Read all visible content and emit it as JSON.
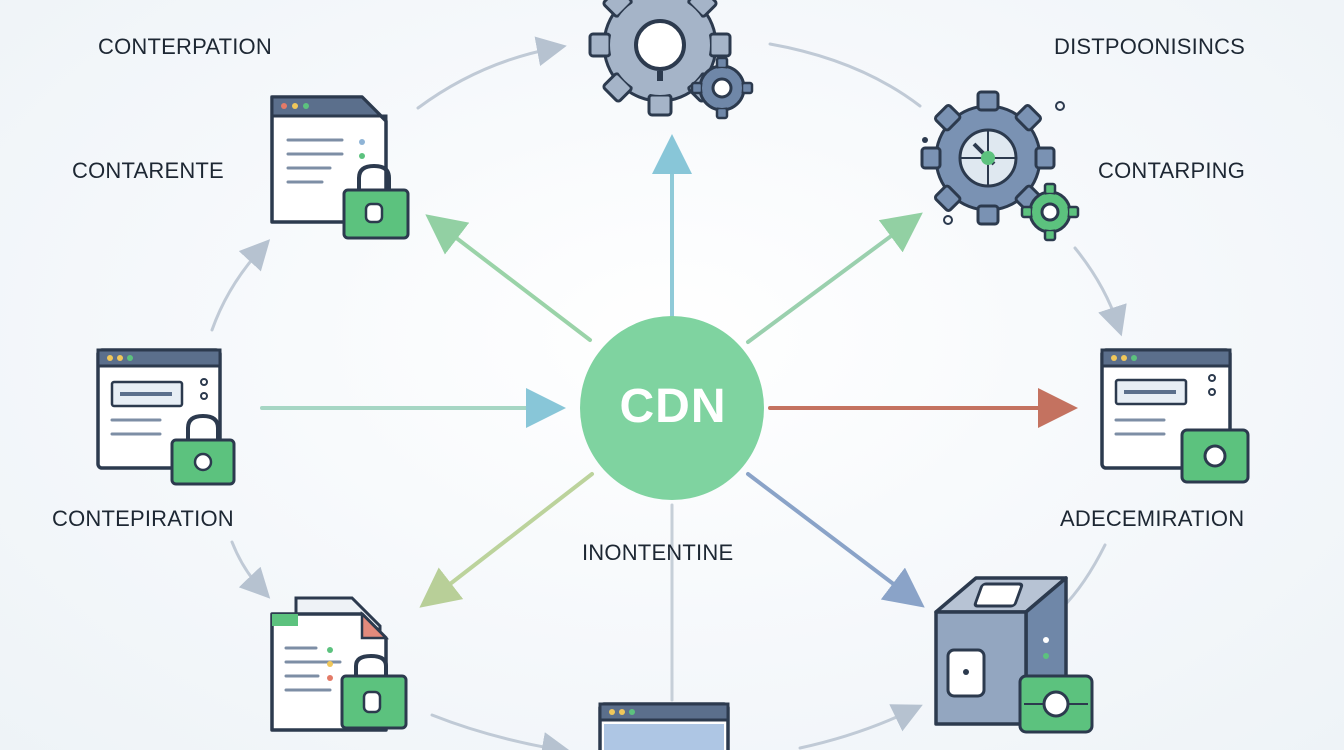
{
  "hub": {
    "label": "CDN",
    "color": "#7fd3a0"
  },
  "labels": {
    "top_left": "CONTERPATION",
    "top_right": "DISTPOONISINCS",
    "upper_left": "CONTARENTE",
    "upper_right": "CONTARPING",
    "lower_left": "CONTEPIRATION",
    "lower_right": "ADECEMIRATION",
    "bottom_center": "INONTENTINE"
  },
  "nodes": [
    {
      "id": "gear-cluster-top",
      "icon": "gears-icon"
    },
    {
      "id": "gear-cluster-right",
      "icon": "gears-target-icon"
    },
    {
      "id": "doc-lock-upper-left",
      "icon": "document-lock-icon"
    },
    {
      "id": "browser-lock-left",
      "icon": "browser-lock-icon"
    },
    {
      "id": "doc-lock-lower-left",
      "icon": "document-lock-icon"
    },
    {
      "id": "browser-bottom",
      "icon": "browser-window-icon"
    },
    {
      "id": "cube-lower-right",
      "icon": "server-cube-icon"
    },
    {
      "id": "browser-right",
      "icon": "browser-window-icon"
    }
  ],
  "colors": {
    "green": "#5cc27e",
    "green_dark": "#2f6e45",
    "gear_blue": "#6f87a8",
    "outline": "#2c3a4e",
    "window_bar": "#5b6f8c",
    "arrow_teal": "#88c6d8",
    "arrow_green": "#9ad3a8",
    "arrow_red": "#c47260",
    "arrow_blue": "#8aa3c8",
    "arrow_olive": "#b8cf98",
    "ring": "#c0cad6"
  }
}
